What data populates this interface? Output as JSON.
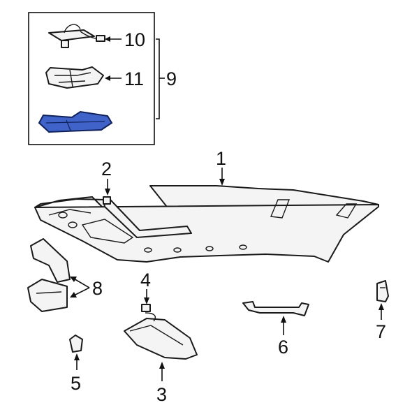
{
  "diagram": {
    "callouts": {
      "c1": "1",
      "c2": "2",
      "c3": "3",
      "c4": "4",
      "c5": "5",
      "c6": "6",
      "c7": "7",
      "c8": "8",
      "c9": "9",
      "c10": "10",
      "c11": "11"
    },
    "highlight_color": "#3f63c8",
    "highlighted_part": "11-lower-shell"
  }
}
